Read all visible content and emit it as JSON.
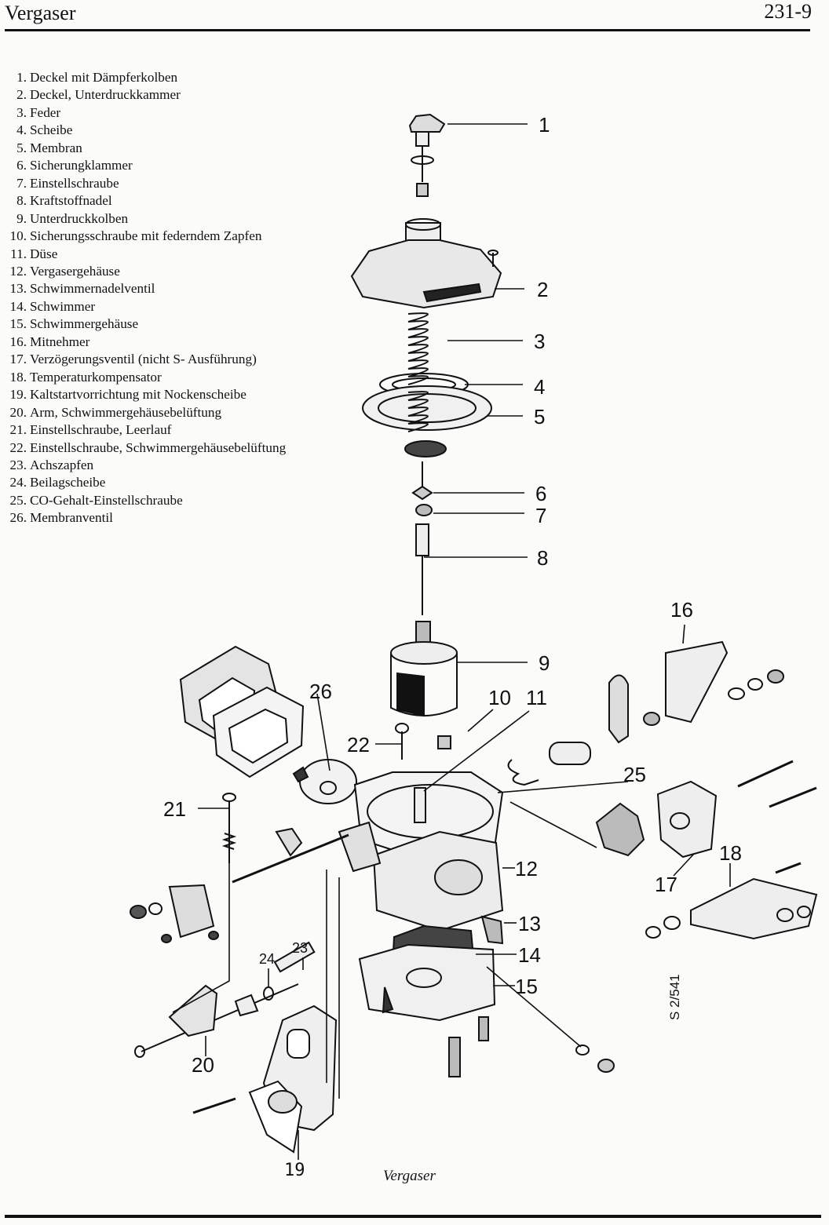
{
  "header": {
    "title": "Vergaser",
    "page_number": "231-9"
  },
  "parts": [
    {
      "num": "1.",
      "label": "Deckel mit Dämpferkolben"
    },
    {
      "num": "2.",
      "label": "Deckel, Unterdruckkammer"
    },
    {
      "num": "3.",
      "label": "Feder"
    },
    {
      "num": "4.",
      "label": "Scheibe"
    },
    {
      "num": "5.",
      "label": "Membran"
    },
    {
      "num": "6.",
      "label": "Sicherungklammer"
    },
    {
      "num": "7.",
      "label": "Einstellschraube"
    },
    {
      "num": "8.",
      "label": "Kraftstoffnadel"
    },
    {
      "num": "9.",
      "label": "Unterdruckkolben"
    },
    {
      "num": "10.",
      "label": "Sicherungsschraube mit federndem Zapfen"
    },
    {
      "num": "11.",
      "label": "Düse"
    },
    {
      "num": "12.",
      "label": "Vergasergehäuse"
    },
    {
      "num": "13.",
      "label": "Schwimmernadelventil"
    },
    {
      "num": "14.",
      "label": "Schwimmer"
    },
    {
      "num": "15.",
      "label": "Schwimmergehäuse"
    },
    {
      "num": "16.",
      "label": "Mitnehmer"
    },
    {
      "num": "17.",
      "label": "Verzögerungsventil (nicht S- Ausführung)"
    },
    {
      "num": "18.",
      "label": "Temperaturkompensator"
    },
    {
      "num": "19.",
      "label": "Kaltstartvorrichtung mit Nockenscheibe"
    },
    {
      "num": "20.",
      "label": "Arm, Schwimmergehäusebelüftung"
    },
    {
      "num": "21.",
      "label": "Einstellschraube, Leerlauf"
    },
    {
      "num": "22.",
      "label": "Einstellschraube, Schwimmergehäusebelüftung"
    },
    {
      "num": "23.",
      "label": "Achszapfen"
    },
    {
      "num": "24.",
      "label": "Beilagscheibe"
    },
    {
      "num": "25.",
      "label": "CO-Gehalt-Einstellschraube"
    },
    {
      "num": "26.",
      "label": "Membranventil"
    }
  ],
  "callouts": {
    "c1": "1",
    "c2": "2",
    "c3": "3",
    "c4": "4",
    "c5": "5",
    "c6": "6",
    "c7": "7",
    "c8": "8",
    "c9": "9",
    "c10": "10",
    "c11": "11",
    "c12": "12",
    "c13": "13",
    "c14": "14",
    "c15": "15",
    "c16": "16",
    "c17": "17",
    "c18": "18",
    "c19": "19",
    "c20": "20",
    "c21": "21",
    "c22": "22",
    "c23": "23",
    "c24": "24",
    "c25": "25",
    "c26": "26"
  },
  "drawing_code": "S 2/541",
  "caption": "Vergaser"
}
